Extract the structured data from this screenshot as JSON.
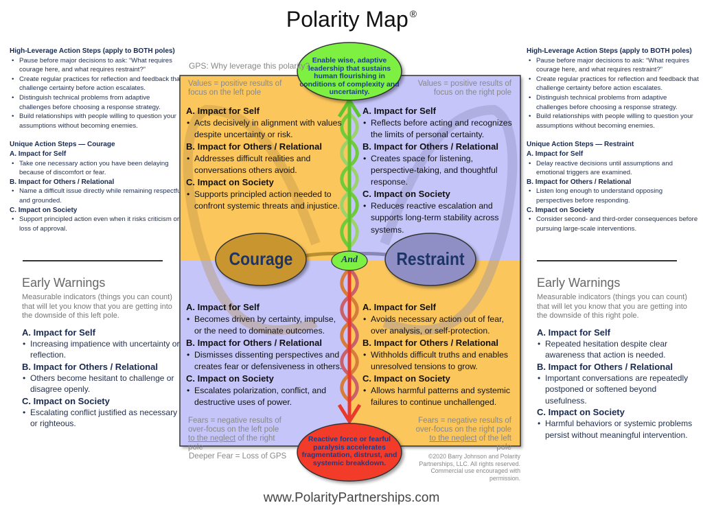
{
  "title": "Polarity Map",
  "title_mark": "®",
  "colors": {
    "orange": "#FBC65C",
    "lavender": "#C5C5F9",
    "green": "#7DF043",
    "red": "#F33B2C",
    "courage": "#C8952E",
    "restraint": "#8F8FC6",
    "text_navy": "#1F2D4D"
  },
  "left_column": {
    "high_leverage": {
      "heading": "High-Leverage Action Steps (apply to BOTH poles)",
      "items": [
        "Pause before major decisions to ask: “What requires courage here, and what requires restraint?”",
        "Create regular practices for reflection and feedback that challenge certainty before action escalates.",
        "Distinguish technical problems from adaptive challenges before choosing a response strategy.",
        "Build relationships with people willing to question your assumptions without becoming enemies."
      ]
    },
    "unique": {
      "heading": "Unique Action Steps — Courage",
      "sections": [
        {
          "label": "A. Impact for Self",
          "item": "Take one necessary action you have been delaying because of discomfort or fear."
        },
        {
          "label": "B. Impact for Others / Relational",
          "item": "Name a difficult issue directly while remaining respectful and grounded."
        },
        {
          "label": "C. Impact on Society",
          "item": "Support principled action even when it risks criticism or loss of approval."
        }
      ]
    },
    "early_warnings": {
      "heading": "Early Warnings",
      "description": "Measurable indicators (things you can count) that will let you know that you are getting into the downside of this left pole.",
      "sections": [
        {
          "label": "A. Impact for Self",
          "item": "Increasing impatience with uncertainty or reflection."
        },
        {
          "label": "B. Impact for Others / Relational",
          "item": "Others become hesitant to challenge or disagree openly."
        },
        {
          "label": "C. Impact on Society",
          "item": "Escalating conflict justified as necessary or righteous."
        }
      ]
    }
  },
  "right_column": {
    "high_leverage": {
      "heading": "High-Leverage Action Steps (apply to BOTH poles)",
      "items": [
        "Pause before major decisions to ask: “What requires courage here, and what requires restraint?”",
        "Create regular practices for reflection and feedback that challenge certainty before action escalates.",
        "Distinguish technical problems from adaptive challenges before choosing a response strategy.",
        "Build relationships with people willing to question your assumptions without becoming enemies."
      ]
    },
    "unique": {
      "heading": "Unique Action Steps — Restraint",
      "sections": [
        {
          "label": "A. Impact for Self",
          "item": "Delay reactive decisions until assumptions and emotional triggers are examined."
        },
        {
          "label": "B. Impact for Others / Relational",
          "item": "Listen long enough to understand opposing perspectives before responding."
        },
        {
          "label": "C. Impact on Society",
          "item": "Consider second- and third-order consequences before pursuing large-scale interventions."
        }
      ]
    },
    "early_warnings": {
      "heading": "Early Warnings",
      "description": "Measurable indicators (things you can count) that will let you know that you are getting into the downside of this right pole.",
      "sections": [
        {
          "label": "A. Impact for Self",
          "item": "Repeated hesitation despite clear awareness that action is needed."
        },
        {
          "label": "B. Impact for Others / Relational",
          "item": "Important conversations are repeatedly postponed or softened beyond usefulness."
        },
        {
          "label": "C. Impact on Society",
          "item": "Harmful behaviors or systemic problems persist without meaningful intervention."
        }
      ]
    }
  },
  "map": {
    "gps_label": "GPS: Why leverage this polarity?",
    "greater_purpose": "Enable wise, adaptive leadership that sustains human flourishing in conditions of complexity and uncertainty.",
    "deeper_fear_label": "Deeper Fear = Loss of GPS",
    "deeper_fear": "Reactive force or fearful paralysis accelerates fragmentation, distrust, and systemic breakdown.",
    "left_pole": "Courage",
    "right_pole": "Restraint",
    "and_label": "And",
    "values_left": "Values = positive results of focus on the left pole",
    "values_right": "Values = positive results of focus on the right pole",
    "fears_left": {
      "line1": "Fears = negative results of over-focus on the left pole",
      "neglect": "to the neglect",
      "rest": " of the right pole"
    },
    "fears_right": {
      "line1": "Fears = negative results of over-focus on the right pole",
      "neglect": "to the neglect",
      "rest": " of the left pole"
    },
    "quadrants": {
      "upper_left": [
        {
          "label": "A. Impact for Self",
          "item": "Acts decisively in alignment with values despite uncertainty or risk."
        },
        {
          "label": "B. Impact for Others / Relational",
          "item": "Addresses difficult realities and conversations others avoid."
        },
        {
          "label": "C. Impact on Society",
          "item": "Supports principled action needed to confront systemic threats and injustice."
        }
      ],
      "upper_right": [
        {
          "label": "A. Impact for Self",
          "item": "Reflects before acting and recognizes the limits of personal certainty."
        },
        {
          "label": "B. Impact for Others / Relational",
          "item": "Creates space for listening, perspective-taking, and thoughtful response."
        },
        {
          "label": "C. Impact on Society",
          "item": "Reduces reactive escalation and supports long-term stability across systems."
        }
      ],
      "lower_left": [
        {
          "label": "A. Impact for Self",
          "item": "Becomes driven by certainty, impulse, or the need to dominate outcomes."
        },
        {
          "label": "B. Impact for Others / Relational",
          "item": "Dismisses dissenting perspectives and creates fear or defensiveness in others."
        },
        {
          "label": "C. Impact on Society",
          "item": "Escalates polarization, conflict, and destructive uses of power."
        }
      ],
      "lower_right": [
        {
          "label": "A. Impact for Self",
          "item": "Avoids necessary action out of fear, over analysis, or self-protection."
        },
        {
          "label": "B. Impact for Others / Relational",
          "item": "Withholds difficult truths and enables unresolved tensions to grow."
        },
        {
          "label": "C. Impact on Society",
          "item": "Allows harmful patterns and systemic failures to continue unchallenged."
        }
      ]
    },
    "copyright": "©2020 Barry Johnson and Polarity Partnerships, LLC. All rights reserved. Commercial use encouraged with permission."
  },
  "footer_url": "www.PolarityPartnerships.com"
}
